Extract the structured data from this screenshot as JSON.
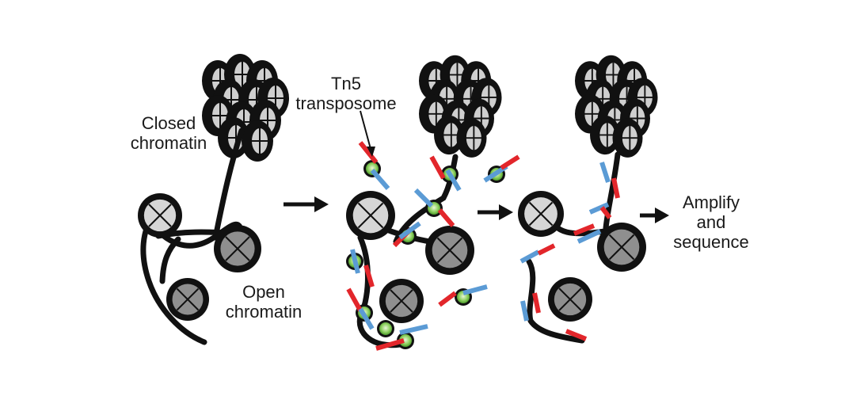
{
  "labels": {
    "closed_chromatin": [
      "Closed",
      "chromatin"
    ],
    "open_chromatin": [
      "Open",
      "chromatin"
    ],
    "transposome": [
      "Tn5",
      "transposome"
    ],
    "amplify": [
      "Amplify",
      "and",
      "sequence"
    ]
  },
  "colors": {
    "dna": "#111111",
    "nucleosome_light": "#d6d6d6",
    "nucleosome_dark": "#8f8f8f",
    "tn5_green": "#6cbf45",
    "adapter_red": "#e2262b",
    "adapter_blue": "#5b9bd5"
  },
  "icons": [
    "nucleosome-icon",
    "tn5-transposome-icon",
    "arrow-right-icon"
  ]
}
